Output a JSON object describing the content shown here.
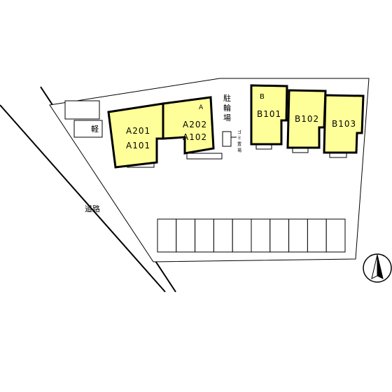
{
  "map": {
    "building_a": {
      "letter": "A",
      "units_left": [
        "A201",
        "A101"
      ],
      "units_right": [
        "A202",
        "A102"
      ]
    },
    "building_b": {
      "letter": "B",
      "units": [
        "B101",
        "B102",
        "B103"
      ]
    },
    "bicycle_parking": [
      "駐",
      "輪",
      "場"
    ],
    "garbage_area": [
      "ゴ",
      "ミ",
      "置",
      "場"
    ],
    "light_car_label": "軽",
    "road_label": "道路",
    "parking_spaces": 10,
    "colors": {
      "building_fill": "#ffff99",
      "outline": "#000000",
      "background": "#ffffff"
    },
    "north_icon": "north-arrow-icon"
  }
}
